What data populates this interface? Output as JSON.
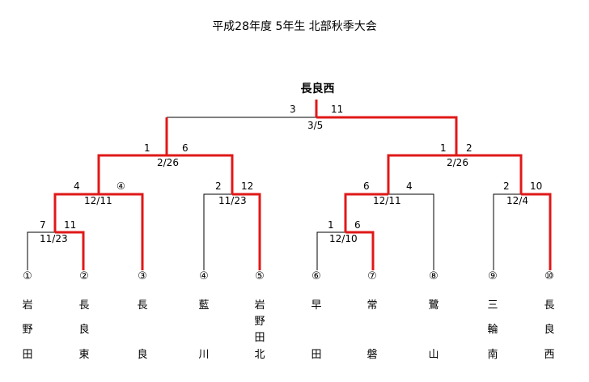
{
  "title": "平成28年度 5年生 北部秋季大会",
  "champion": "長良西",
  "teams": [
    {
      "num": "①",
      "chars": [
        "岩",
        "野",
        "田"
      ]
    },
    {
      "num": "②",
      "chars": [
        "長",
        "良",
        "東"
      ]
    },
    {
      "num": "③",
      "chars": [
        "長",
        "",
        "良"
      ]
    },
    {
      "num": "④",
      "chars": [
        "藍",
        "",
        "川"
      ]
    },
    {
      "num": "⑤",
      "chars": [
        "岩",
        "野",
        "田",
        "北"
      ]
    },
    {
      "num": "⑥",
      "chars": [
        "早",
        "",
        "田"
      ]
    },
    {
      "num": "⑦",
      "chars": [
        "常",
        "",
        "磐"
      ]
    },
    {
      "num": "⑧",
      "chars": [
        "鷺",
        "",
        "山"
      ]
    },
    {
      "num": "⑨",
      "chars": [
        "三",
        "輪",
        "南"
      ]
    },
    {
      "num": "⑩",
      "chars": [
        "長",
        "良",
        "西"
      ]
    }
  ],
  "matches": {
    "m1": {
      "date": "11/23",
      "left_score": "7",
      "right_score": "11"
    },
    "m2": {
      "date": "12/11",
      "left_score": "4",
      "right_score": "④"
    },
    "m3": {
      "date": "11/23",
      "left_score": "2",
      "right_score": "12"
    },
    "m4": {
      "date": "12/10",
      "left_score": "1",
      "right_score": "6"
    },
    "m5": {
      "date": "12/11",
      "left_score": "6",
      "right_score": "4"
    },
    "m6": {
      "date": "12/4",
      "left_score": "2",
      "right_score": "10"
    },
    "m7": {
      "date": "2/26",
      "left_score": "1",
      "right_score": "6"
    },
    "m8": {
      "date": "2/26",
      "left_score": "1",
      "right_score": "2"
    },
    "final": {
      "date": "3/5",
      "left_score": "3",
      "right_score": "11"
    }
  },
  "colors": {
    "line": "#000000",
    "winner": "#e01818"
  }
}
